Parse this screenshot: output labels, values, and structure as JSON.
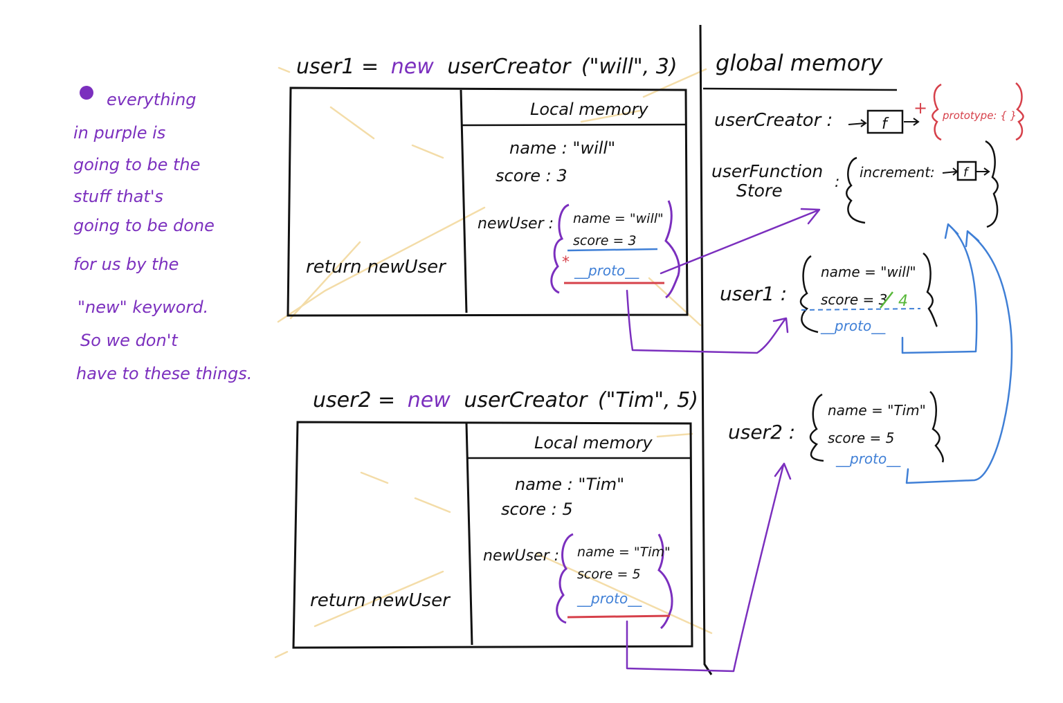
{
  "colors": {
    "ink": "#111111",
    "purple": "#7b2fbe",
    "blue": "#3f7fd6",
    "red": "#d6404a",
    "green": "#58b83a",
    "highlight": "#f2d79a"
  },
  "note": {
    "lines": [
      "everything",
      "in purple is",
      "going to be the",
      "stuff that's",
      "going to be done",
      "for us by the",
      "\"new\" keyword.",
      "So we don't",
      "have to these things."
    ]
  },
  "call1": {
    "lhs": "user1 =",
    "kw": "new",
    "fn": "userCreator",
    "args": "(\"will\", 3)"
  },
  "call2": {
    "lhs": "user2 =",
    "kw": "new",
    "fn": "userCreator",
    "args": "(\"Tim\", 5)"
  },
  "ctx1": {
    "local_title": "Local memory",
    "name_row": "name : \"will\"",
    "score_row": "score : 3",
    "newuser_label": "newUser :",
    "obj_name": "name = \"will\"",
    "obj_score": "score = 3",
    "asterisk": "*",
    "obj_proto": "__proto__",
    "return_text": "return newUser"
  },
  "ctx2": {
    "local_title": "Local memory",
    "name_row": "name : \"Tim\"",
    "score_row": "score : 5",
    "newuser_label": "newUser :",
    "obj_name": "name = \"Tim\"",
    "obj_score": "score = 5",
    "obj_proto": "__proto__",
    "return_text": "return newUser"
  },
  "global": {
    "title": "global memory",
    "usercreator_label": "userCreator :",
    "func_box": "f",
    "plus": "+",
    "prototype_text": "prototype: { }",
    "store_label_1": "userFunction",
    "store_label_2": "Store",
    "colon": ":",
    "increment_text": "increment:",
    "user1_label": "user1 :",
    "user1_name": "name = \"will\"",
    "user1_score": "score = 3",
    "user1_score_new": "4",
    "user1_proto": "__proto__",
    "user2_label": "user2 :",
    "user2_name": "name = \"Tim\"",
    "user2_score": "score = 5",
    "user2_proto": "__proto__"
  }
}
